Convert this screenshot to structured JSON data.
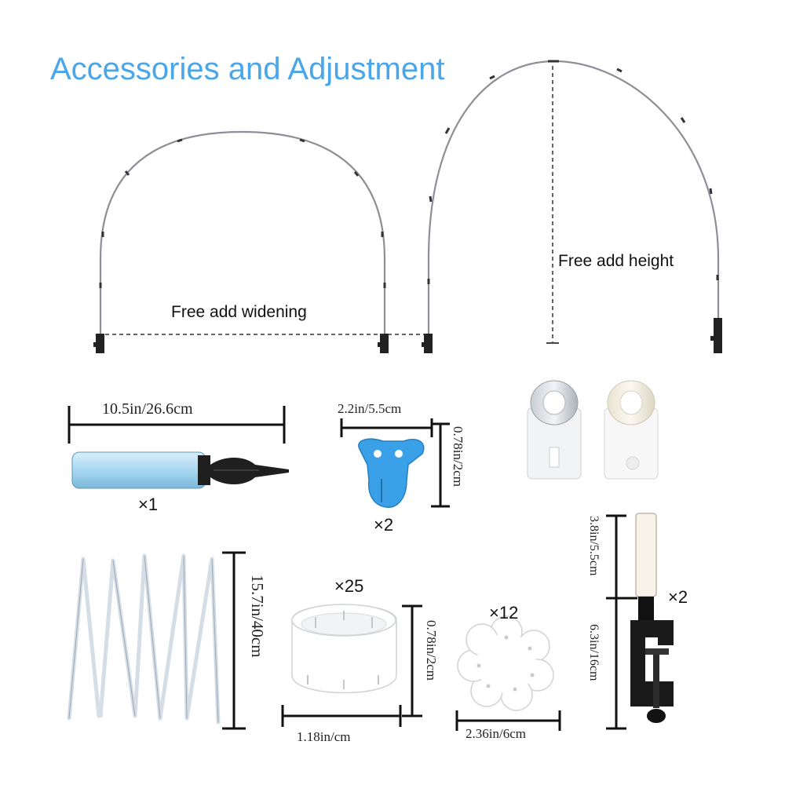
{
  "title": "Accessories and Adjustment",
  "arch": {
    "widen_label": "Free add widening",
    "height_label": "Free add height"
  },
  "pump": {
    "dimension": "10.5in/26.6cm",
    "quantity": "×1",
    "color": "#a8d8f0"
  },
  "tying_tool": {
    "width": "2.2in/5.5cm",
    "height": "0.78in/2cm",
    "quantity": "×2",
    "color": "#3aa0e8"
  },
  "rods": {
    "length": "15.7in/40cm"
  },
  "ring": {
    "quantity": "×25",
    "height": "0.78in/2cm",
    "width": "1.18in/cm"
  },
  "flower_clip": {
    "quantity": "×12",
    "width": "2.36in/6cm"
  },
  "clamp": {
    "upper": "3.8in/5.5cm",
    "lower": "6.3in/16cm",
    "quantity": "×2"
  }
}
